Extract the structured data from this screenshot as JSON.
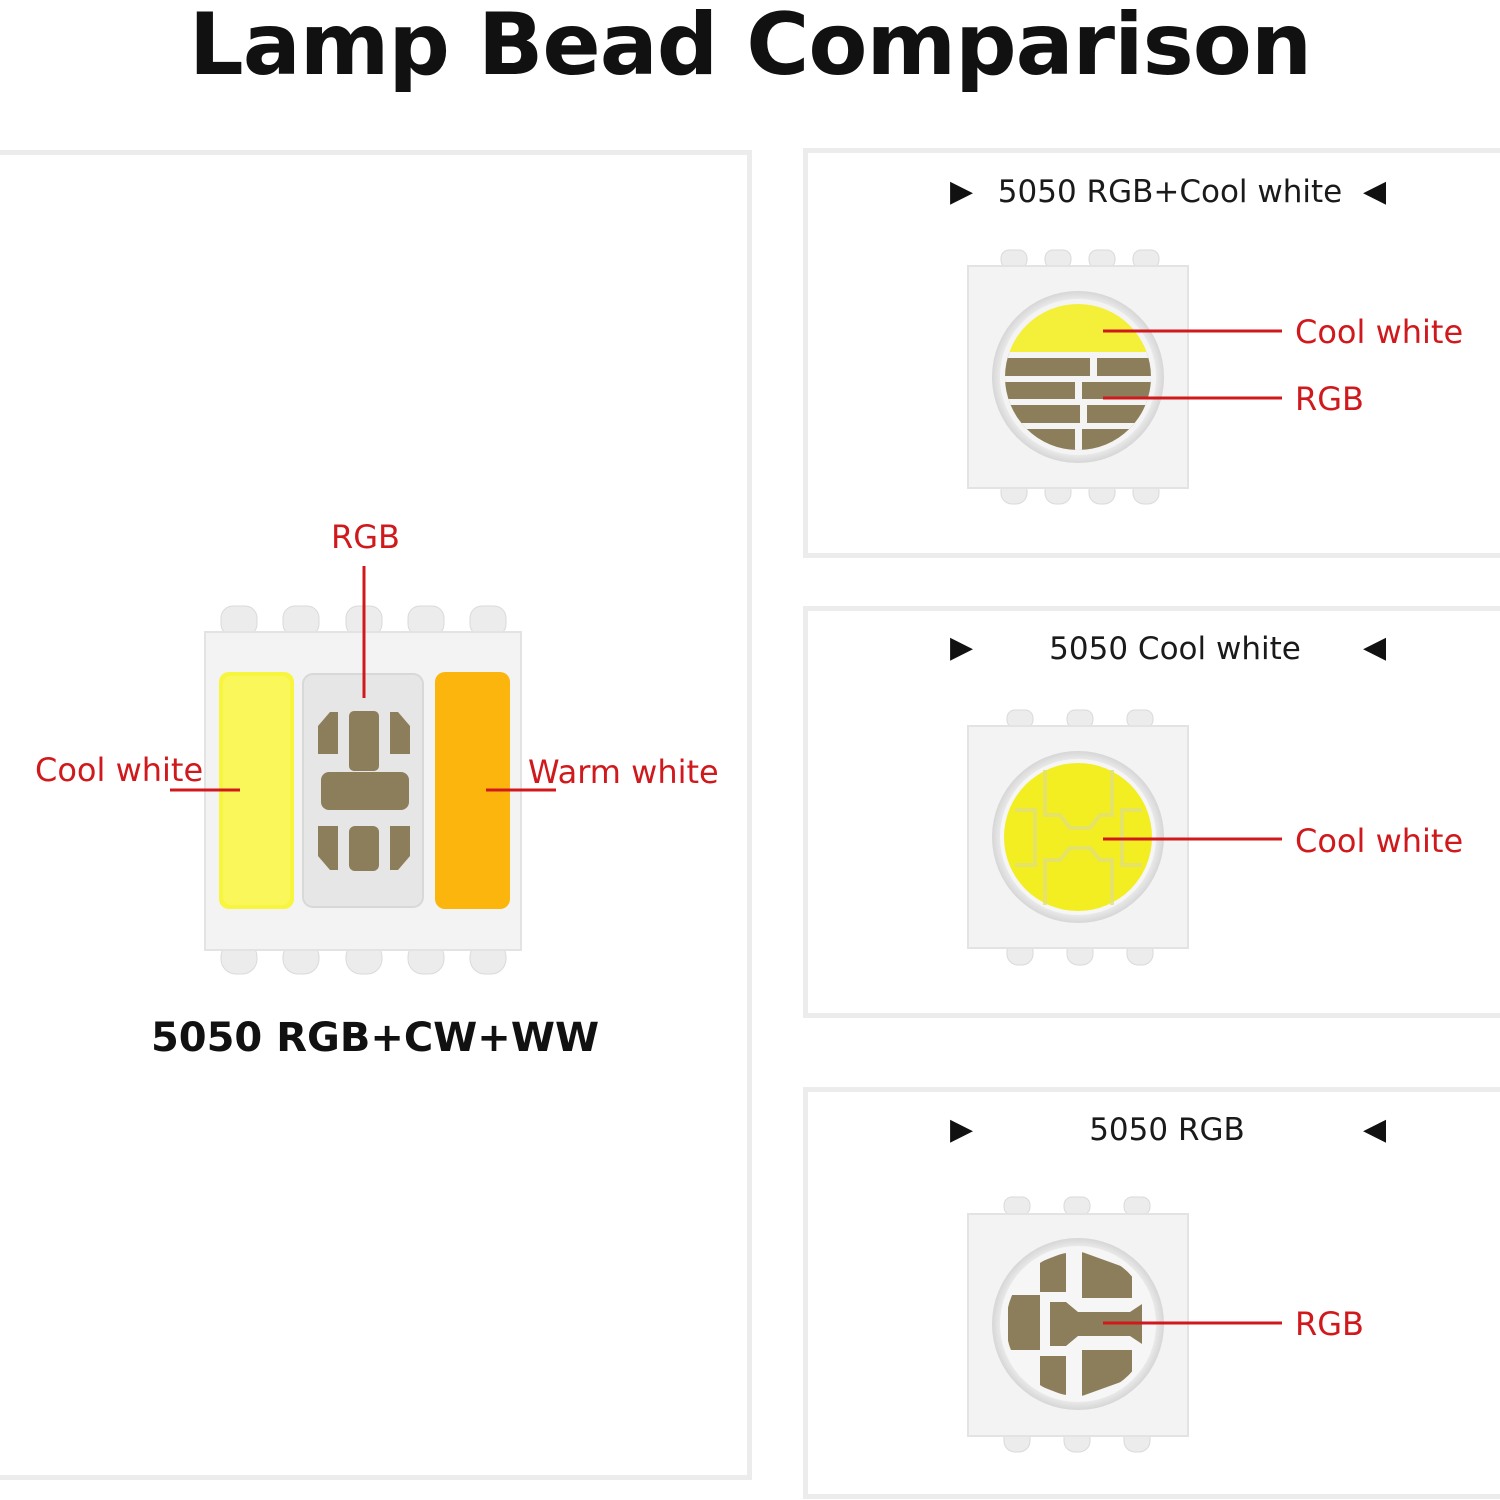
{
  "title": "Lamp Bead Comparison",
  "main": {
    "caption": "5050 RGB+CW+WW",
    "labels": {
      "rgb": "RGB",
      "cool_white": "Cool white",
      "warm_white": "Warm white"
    }
  },
  "panels": [
    {
      "title": "5050 RGB+Cool white",
      "labels": {
        "cool_white": "Cool white",
        "rgb": "RGB"
      }
    },
    {
      "title": "5050 Cool white",
      "labels": {
        "cool_white": "Cool white"
      }
    },
    {
      "title": "5050 RGB",
      "labels": {
        "rgb": "RGB"
      }
    }
  ],
  "colors": {
    "label_red": "#d0191c",
    "cool_white_yellow": "#f7f43a",
    "warm_white_orange": "#fbb50c",
    "chip_body": "#f3f3f3",
    "die_brown": "#8c7e5a"
  }
}
